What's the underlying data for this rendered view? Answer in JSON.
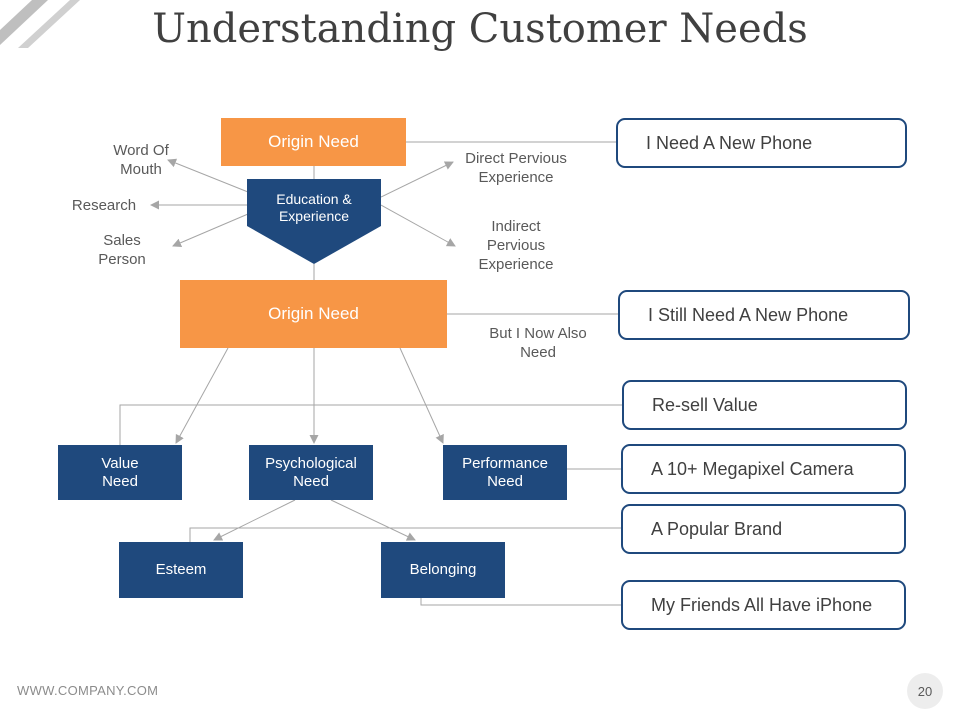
{
  "title": "Understanding Customer Needs",
  "nodes": {
    "origin_need_top": "Origin Need",
    "education_experience": "Education & Experience",
    "origin_need_main": "Origin Need",
    "value_need": "Value Need",
    "psychological_need": "Psychological Need",
    "performance_need": "Performance Need",
    "esteem": "Esteem",
    "belonging": "Belonging"
  },
  "labels": {
    "word_of_mouth": "Word Of Mouth",
    "research": "Research",
    "sales_person": "Sales Person",
    "direct_previous": "Direct Pervious Experience",
    "indirect_previous": "Indirect Pervious Experience",
    "but_now_also": "But I Now Also Need"
  },
  "examples": [
    "I Need A New Phone",
    "I Still Need A New Phone",
    "Re-sell Value",
    "A 10+ Megapixel Camera",
    "A Popular Brand",
    "My Friends All Have iPhone"
  ],
  "footer": {
    "website": "WWW.COMPANY.COM",
    "page_number": "20"
  },
  "colors": {
    "orange": "#f79646",
    "navy": "#1f497d",
    "connector": "#a6a6a6"
  }
}
